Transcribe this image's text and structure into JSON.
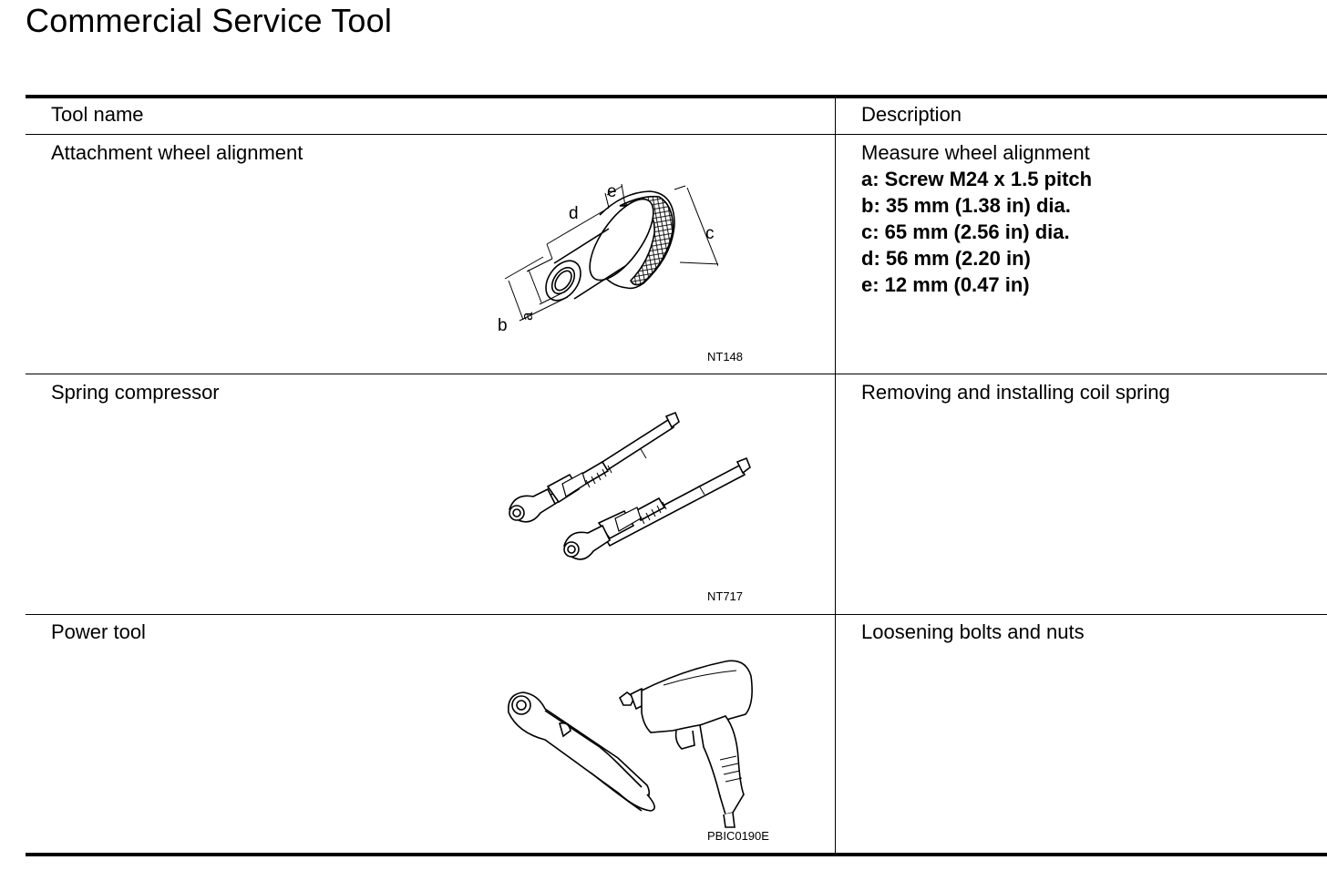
{
  "page": {
    "title": "Commercial Service Tool"
  },
  "table": {
    "headers": {
      "tool_name": "Tool name",
      "description": "Description"
    },
    "rows": [
      {
        "tool_name": "Attachment wheel alignment",
        "description": "Measure wheel alignment",
        "specs": [
          "a: Screw M24 x 1.5 pitch",
          "b: 35 mm (1.38 in) dia.",
          "c: 65 mm (2.56 in) dia.",
          "d: 56 mm (2.20 in)",
          "e: 12 mm (0.47 in)"
        ],
        "figure_code": "NT148",
        "figure_labels": {
          "a": "a",
          "b": "b",
          "c": "c",
          "d": "d",
          "e": "e"
        },
        "figure_icon": "wheel-alignment-attachment-illustration"
      },
      {
        "tool_name": "Spring compressor",
        "description": "Removing and installing coil spring",
        "figure_code": "NT717",
        "figure_icon": "spring-compressor-illustration"
      },
      {
        "tool_name": "Power tool",
        "description": "Loosening bolts and nuts",
        "figure_code": "PBIC0190E",
        "figure_icon": "power-tool-illustration"
      }
    ]
  }
}
